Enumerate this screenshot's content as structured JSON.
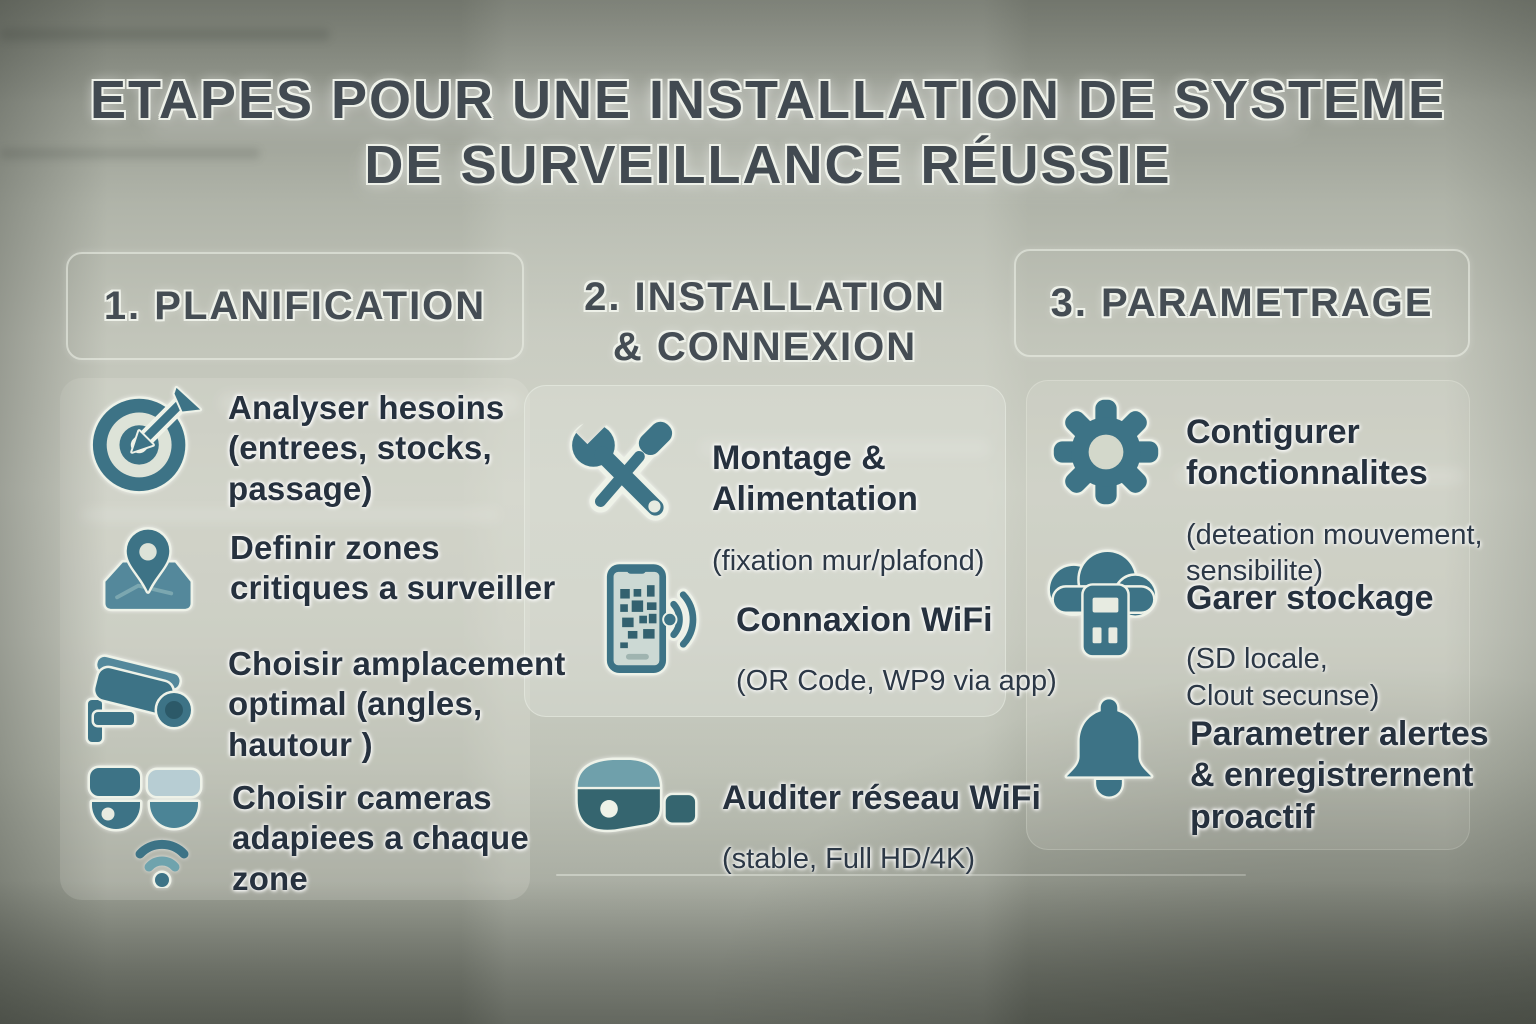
{
  "title": {
    "text": "ETAPES POUR UNE INSTALLATION DE SYSTEME\nDE SURVEILLANCE RÉUSSIE"
  },
  "colors": {
    "icon_teal": "#3d7386",
    "icon_teal_light": "#6fa0ab",
    "text_dark": "#26313e",
    "heading_gray": "#454d54",
    "outline_white": "#eef2e8"
  },
  "columns": [
    {
      "header": "1. PLANIFICATION",
      "items": [
        {
          "icon": "target-arrow-icon",
          "text": "Analyser hesoins\n(entrees, stocks,\npassage)"
        },
        {
          "icon": "map-pin-icon",
          "text": "Definir zones\ncritiques a surveiller"
        },
        {
          "icon": "cctv-camera-icon",
          "text": "Choisir amplacement\noptimal (angles,\nhautour )"
        },
        {
          "icon": "dome-cameras-wifi-icon",
          "text": "Choisir cameras\nadapiees a chaque\nzone"
        }
      ]
    },
    {
      "header": "2. INSTALLATION\n& CONNEXION",
      "items": [
        {
          "icon": "wrench-screwdriver-icon",
          "title": "Montage &\nAlimentation",
          "subtitle": "(fixation mur/plafond)"
        },
        {
          "icon": "phone-qr-wifi-icon",
          "title": "Connaxion WiFi",
          "subtitle": "(OR Code, WP9 via app)"
        },
        {
          "icon": "camera-icon",
          "title": "Auditer réseau WiFi",
          "subtitle": "(stable, Full HD/4K)"
        }
      ]
    },
    {
      "header": "3. PARAMETRAGE",
      "items": [
        {
          "icon": "gear-icon",
          "title": "Contigurer\nfonctionnalites",
          "subtitle": "(deteation mouvement,\nsensibilite)"
        },
        {
          "icon": "cloud-sd-storage-icon",
          "title": "Garer stockage",
          "subtitle": "(SD locale,\nClout secunse)"
        },
        {
          "icon": "bell-icon",
          "title": "Parametrer alertes\n& enregistrernent\nproactif"
        }
      ]
    }
  ]
}
